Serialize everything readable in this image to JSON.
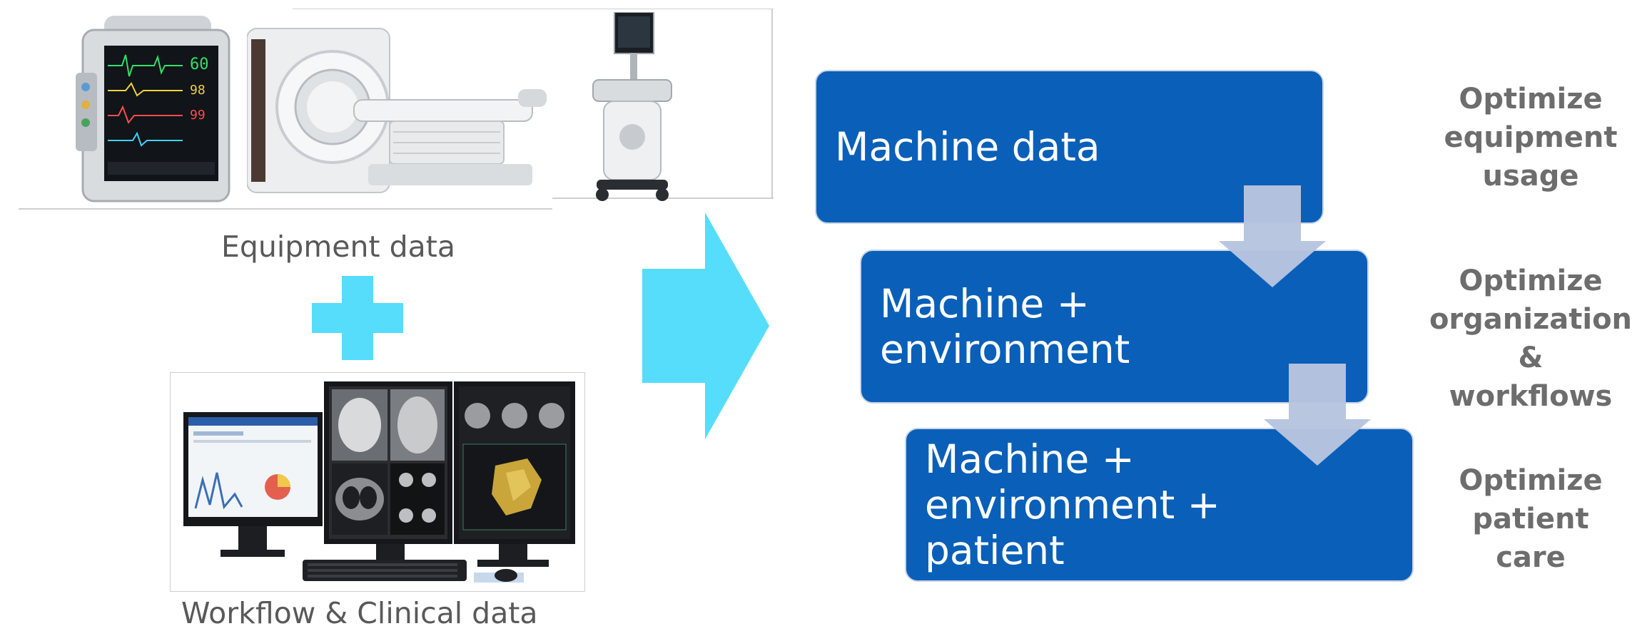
{
  "left_panel": {
    "equipment_caption": "Equipment data",
    "workflow_caption": "Workflow & Clinical data"
  },
  "steps": [
    {
      "label": "Machine data"
    },
    {
      "label": "Machine +\nenvironment"
    },
    {
      "label": "Machine +\nenvironment +\npatient"
    }
  ],
  "outcomes": [
    {
      "label": "Optimize\nequipment\nusage"
    },
    {
      "label": "Optimize\norganization &\nworkflows"
    },
    {
      "label": "Optimize\npatient\ncare"
    }
  ],
  "colors": {
    "step_box": "#0a5fb8",
    "plus_and_arrow": "#55ddfb",
    "down_arrow": "#b7c4df",
    "outcome_text": "#6d6d6d",
    "caption_text": "#595959"
  },
  "icons": [
    "patient-monitor-icon",
    "ct-scanner-icon",
    "ultrasound-cart-icon",
    "workstation-monitors-icon",
    "plus-icon",
    "right-arrow-icon",
    "down-arrow-icon"
  ]
}
